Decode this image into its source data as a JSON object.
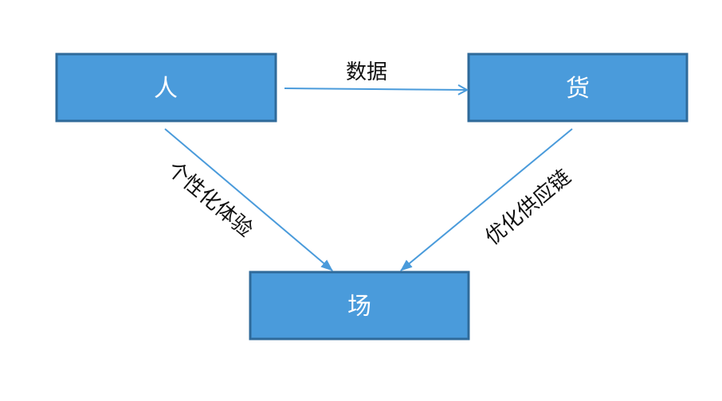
{
  "nodes": {
    "person": "人",
    "goods": "货",
    "place": "场"
  },
  "edges": {
    "person_goods": "数据",
    "person_place": "个性化体验",
    "goods_place": "优化供应链"
  },
  "colors": {
    "box_fill": "#4a9bdb",
    "box_border": "#2f6a9a",
    "arrow": "#4a9bdb",
    "text": "#111111"
  }
}
